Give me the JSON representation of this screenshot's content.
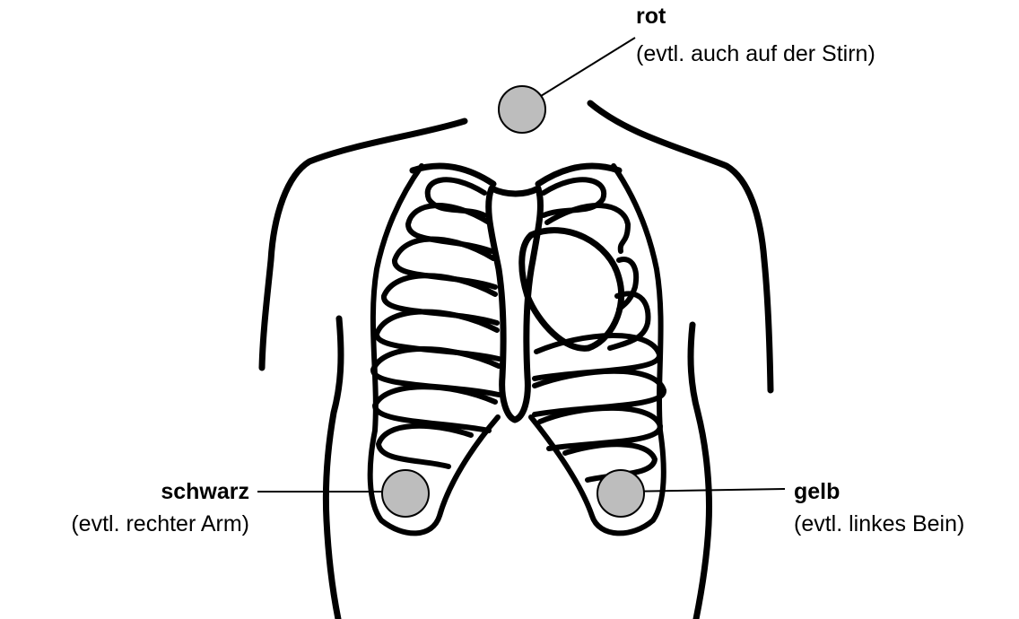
{
  "colors": {
    "electrode_fill": "#bdbdbd",
    "outline": "#000000",
    "background": "#ffffff"
  },
  "electrodes": {
    "red": {
      "title": "rot",
      "note": "(evtl. auch auf der Stirn)"
    },
    "black": {
      "title": "schwarz",
      "note": "(evtl. rechter Arm)"
    },
    "yellow": {
      "title": "gelb",
      "note": "(evtl. linkes Bein)"
    }
  }
}
